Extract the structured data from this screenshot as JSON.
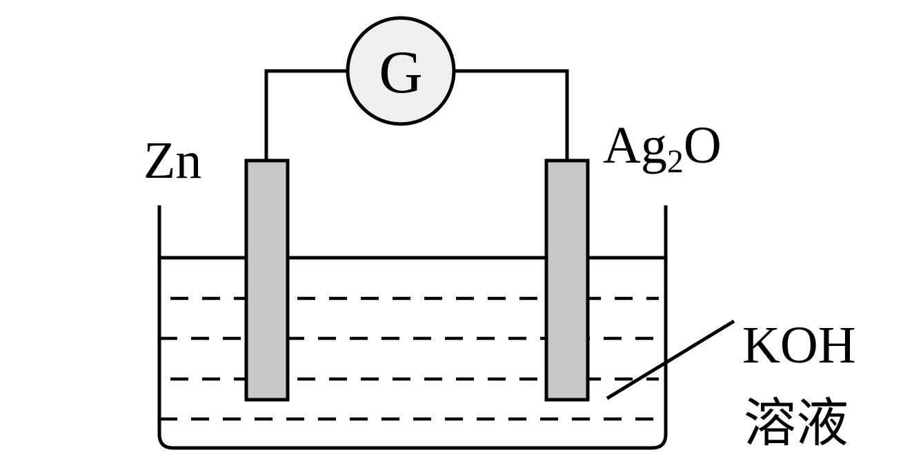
{
  "galvanometer": {
    "symbol": "G"
  },
  "electrodes": {
    "left": {
      "label": "Zn"
    },
    "right": {
      "label_main": "Ag",
      "label_sub": "2",
      "label_end": "O"
    }
  },
  "electrolyte": {
    "line1": "KOH",
    "line2": "溶液"
  },
  "colors": {
    "electrode_fill": "#c8c8c8",
    "galvanometer_fill": "#efefef",
    "stroke": "#000000"
  }
}
